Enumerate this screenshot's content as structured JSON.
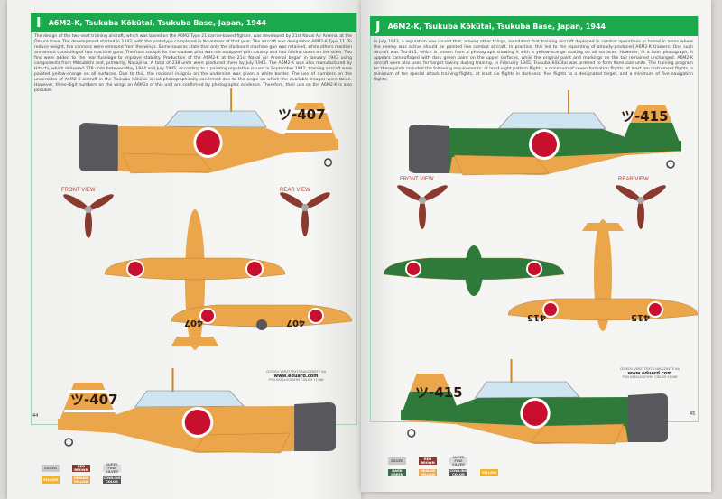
{
  "left_page": {
    "letter": "I",
    "title": "A6M2-K, Tsukuba Kōkūtai, Tsukuba Base, Japan, 1944",
    "text": "The design of the two-seat training aircraft, which was based on the A6M2 Type 21 carrier-based fighter, was developed by 21st Naval Air Arsenal at the Ōmura base. The development started in 1942, with the prototype completed in November of that year. The aircraft was designated A6M2-K Type 11. To reduce weight, the cannons were removed from the wings. Some sources state that only the starboard machine gun was retained, while others mention armament consisting of two machine guns. The front cockpit for the student pilot was not equipped with canopy and had folding doors on the sides. Two fins were added to the rear fuselage to improve stability. Production of the A6M2-K at the 21st Naval Air Arsenal began in January 1943 using components from Mitsubishi and, primarily, Nakajima. A total of 238 units were produced there by July 1945. The A6M2-K was also manufactured by Hitachi, which delivered 279 units between May 1944 and July 1945. According to a painting regulation issued in September 1942, training aircraft were painted yellow-orange on all surfaces. Due to this, the national insignia on the underside was given a white border. The use of numbers on the undersides of A6M2-K aircraft in the Tsukuba Kōkūtai is not photographically confirmed due to the angle on which the available images were taken. However, three-digit numbers on the wings on A6M2s of this unit are confirmed by photographic evidence. Therefore, their use on the A6M2-K is also possible.",
    "tail_code": "ツ-407",
    "wing_number": "407",
    "front_view": "FRONT VIEW",
    "rear_view": "REAR VIEW",
    "page_number": "44",
    "colors": [
      {
        "name": "SILVER",
        "hex": "#c9c9c9"
      },
      {
        "name": "RED BROWN",
        "hex": "#8a3a2e"
      },
      {
        "name": "SUPER FINE SILVER",
        "hex": "#dcdcdc"
      },
      {
        "name": "YELLOW",
        "hex": "#f4b42a"
      },
      {
        "name": "ORANGE YELLOW",
        "hex": "#eba54a"
      },
      {
        "name": "COWLING COLOR",
        "hex": "#555558"
      }
    ]
  },
  "right_page": {
    "letter": "J",
    "title": "A6M2-K, Tsukuba Kōkūtai, Tsukuba Base, Japan, 1944",
    "text": "In July 1943, a regulation was issued that, among other things, mandated that training aircraft deployed in combat operations or based in areas where the enemy was active should be painted like combat aircraft. In practice, this led to the repainting of already-produced A6M2-K trainers. One such aircraft was Tsu-415, which is known from a photograph showing it with a yellow-orange coating on all surfaces. However, in a later photograph, it appears camouflaged with dark green paint on the upper surfaces, while the original paint and markings on the tail remained unchanged. A6M2-K aircraft were also used for target towing during training. In February 1945, Tsukuba Kōkūtai was ordered to form Kamikaze units. The training program for these pilots included the following requirements: at least eight pattern flights, a minimum of seven formation flights, at least ten instrument flights, a minimum of ten special attack training flights, at least six flights in darkness, five flights to a designated target, and a minimum of five navigation flights.",
    "tail_code": "ツ-415",
    "wing_number": "415",
    "front_view": "FRONT VIEW",
    "rear_view": "REAR VIEW",
    "page_number": "45",
    "colors": [
      {
        "name": "SILVER",
        "hex": "#c9c9c9"
      },
      {
        "name": "RED BROWN",
        "hex": "#8a3a2e"
      },
      {
        "name": "SUPER FINE SILVER",
        "hex": "#dcdcdc"
      },
      {
        "name": "DARK GREEN",
        "hex": "#3d6b45"
      },
      {
        "name": "ORANGE YELLOW",
        "hex": "#eba54a"
      },
      {
        "name": "COWLING COLOR",
        "hex": "#555558"
      },
      {
        "name": "YELLOW",
        "hex": "#f4b42a"
      }
    ]
  },
  "czech_note": {
    "line1": "ČESKOU VERZI TEXTU NALEZNETE NA",
    "url": "www.eduard.com",
    "line2": "POD KATALOGOVÝM ČÍSLEM 11166"
  },
  "palette": {
    "header_green": "#1ca94e",
    "orange": "#eba54a",
    "green": "#2f7a3a",
    "cowling": "#58585c",
    "hinomaru": "#c8102e"
  }
}
